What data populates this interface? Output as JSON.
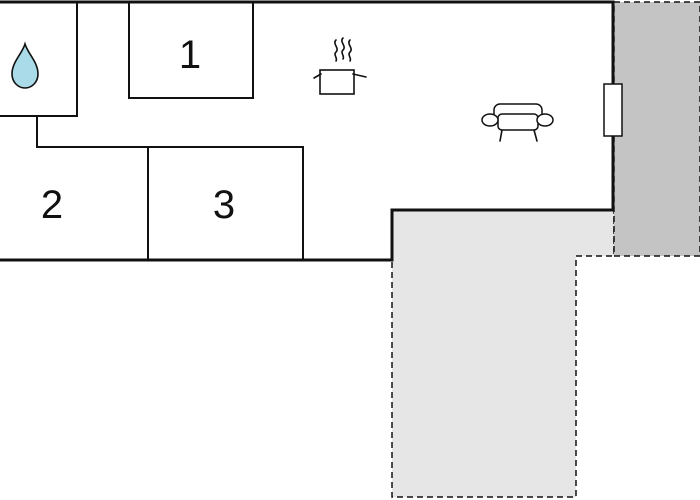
{
  "rooms": {
    "bedroom_1": {
      "label": "1"
    },
    "bedroom_2": {
      "label": "2"
    },
    "bedroom_3": {
      "label": "3"
    }
  },
  "icons": {
    "bathroom": "water-drop-icon",
    "kitchen": "cooking-pot-icon",
    "living": "sofa-icon",
    "door": "door-icon"
  },
  "colors": {
    "wall": "#111111",
    "terrace_fill": "#e6e6e6",
    "balcony_fill": "#c4c4c4",
    "water_drop": "#a9dce8"
  }
}
